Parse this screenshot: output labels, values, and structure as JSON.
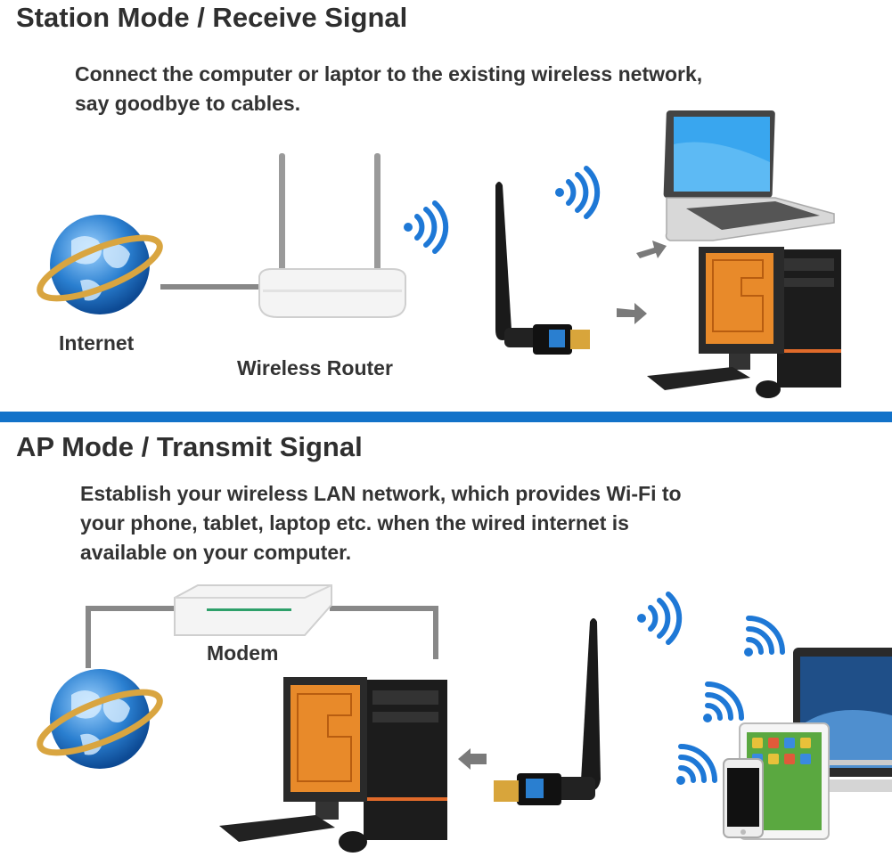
{
  "station": {
    "title": "Station Mode / Receive Signal",
    "desc_line1": "Connect the computer or laptor to the existing wireless network,",
    "desc_line2": "say goodbye to cables.",
    "label_internet": "Internet",
    "label_router": "Wireless Router"
  },
  "ap": {
    "title": "AP Mode / Transmit Signal",
    "desc_line1": "Establish your wireless LAN network, which provides Wi-Fi to",
    "desc_line2": "your phone, tablet, laptop etc. when the wired internet is",
    "desc_line3": "available on your computer.",
    "label_modem": "Modem"
  },
  "colors": {
    "divider": "#1272c9",
    "wifi": "#1e78d6",
    "globe": "#2a7fd0",
    "ring": "#d9a540",
    "monitor_screen": "#e88a2a"
  },
  "icons": [
    "globe-icon",
    "router-icon",
    "wifi-signal-icon",
    "usb-adapter-icon",
    "laptop-icon",
    "desktop-pc-icon",
    "arrow-icon",
    "modem-icon",
    "tablet-icon",
    "phone-icon"
  ]
}
